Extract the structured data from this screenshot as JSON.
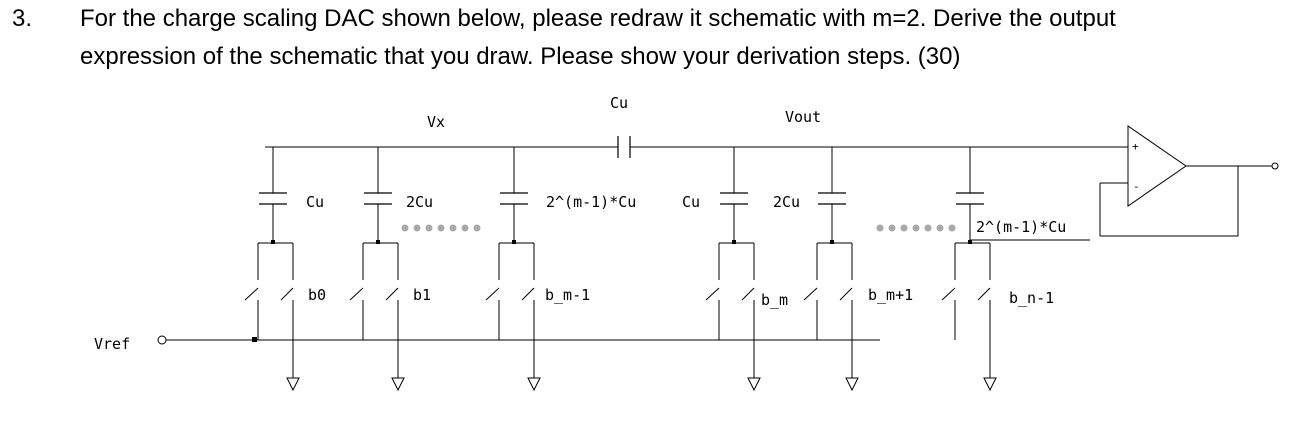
{
  "question": {
    "number": "3.",
    "line1": "For the charge scaling DAC shown below, please redraw it schematic with m=2. Derive the output",
    "line2": "expression of the schematic that you draw. Please show your derivation steps. (30)"
  },
  "schematic": {
    "vx_label": "Vx",
    "vout_label": "Vout",
    "vref_label": "Vref",
    "coupling_cap_label": "Cu",
    "cap_labels": [
      "Cu",
      "2Cu",
      "2^(m-1)*Cu",
      "Cu",
      "2Cu",
      "2^(m-1)*Cu"
    ],
    "bit_labels": [
      "b0",
      "b1",
      "b_m-1",
      "b_m",
      "b_m+1",
      "b_n-1"
    ],
    "opamp_plus": "+",
    "opamp_minus": "-"
  }
}
